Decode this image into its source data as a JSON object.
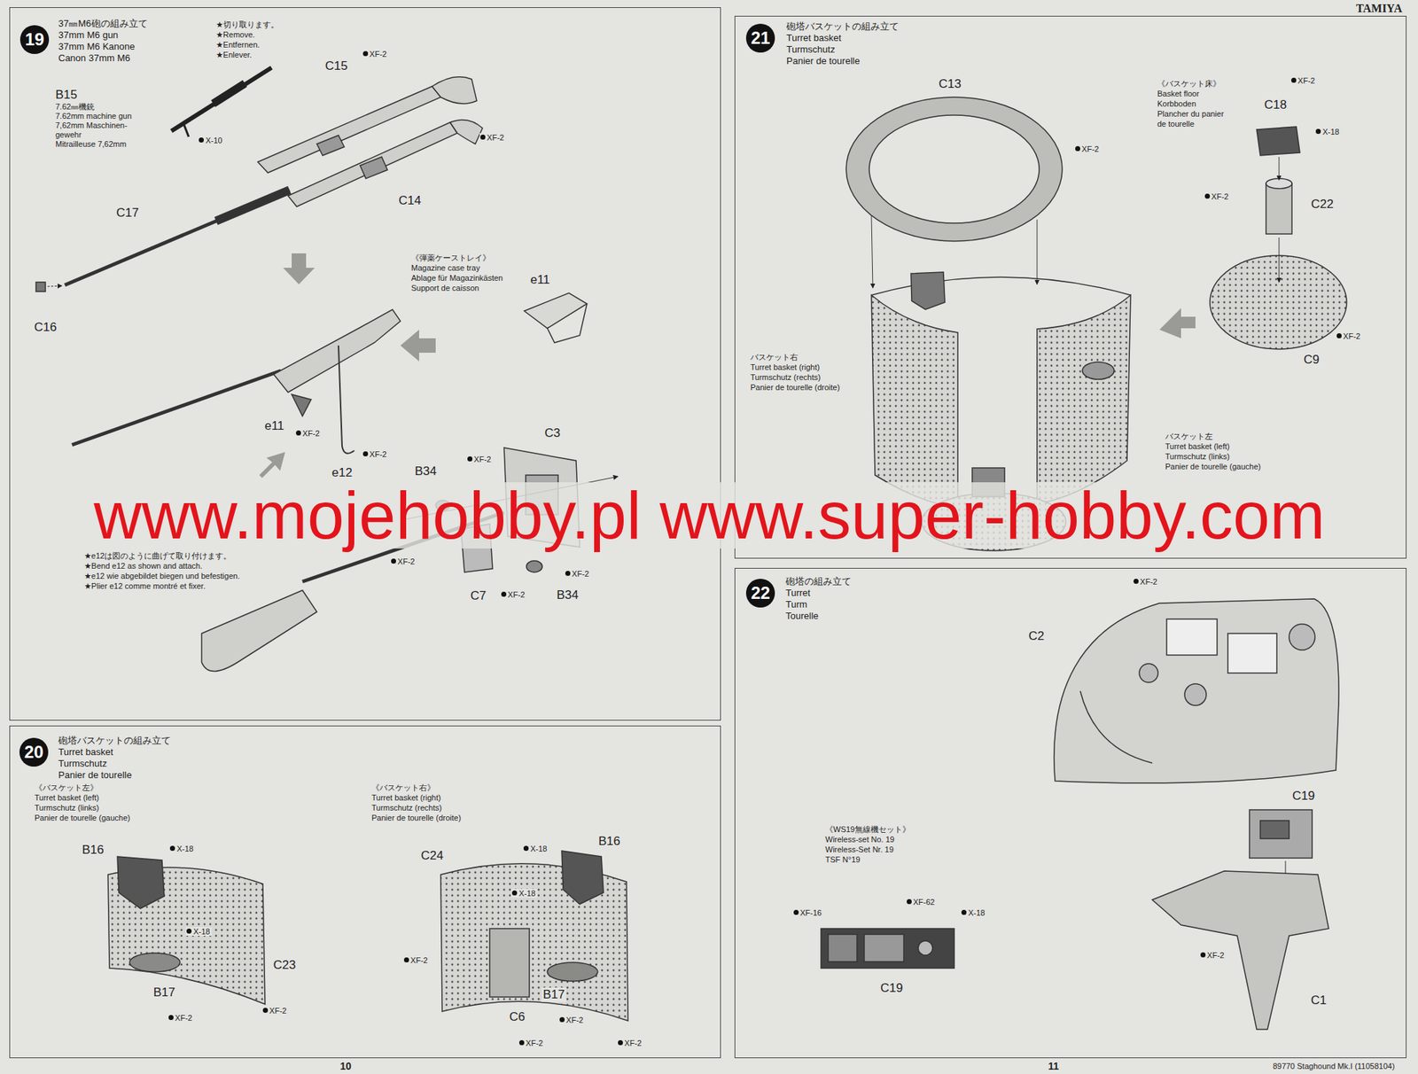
{
  "diagram": {
    "nodes": [
      {
        "text": [
          "37㎜M6砲の組み立て",
          "37mm M6 gun",
          "37mm M6 Kanone",
          "Canon 37mm M6"
        ]
      },
      {
        "text": [
          "19"
        ],
        "in": 0
      },
      {
        "text": [
          "砲塔バスケットの組み立て",
          "Turret basket",
          "Turmschutz",
          "Panier de tourelle"
        ]
      },
      {
        "text": [
          "20"
        ],
        "in": 2
      },
      {
        "text": [
          "砲塔バスケットの組み立て",
          "Turret basket",
          "Turmschutz",
          "Panier de tourelle"
        ]
      },
      {
        "text": [
          "21"
        ],
        "in": 4
      },
      {
        "text": [
          "砲塔の組み立て",
          "Turret",
          "Turm",
          "Tourelle"
        ]
      },
      {
        "text": [
          "22"
        ],
        "in": 6
      }
    ],
    "labels": [
      "TAMIYA",
      "★切り取ります。",
      "★Remove.",
      "★Entfernen.",
      "★Enlever.",
      "XF-2",
      "C15",
      "B15",
      "7.62㎜機銃",
      "7.62mm machine gun",
      "7,62mm Maschinen-",
      "gewehr",
      "Mitrailleuse 7,62mm",
      "X-10",
      "XF-2",
      "C17",
      "C14",
      "C16",
      "《弾薬ケーストレイ》",
      "Magazine case tray",
      "Ablage für Magazinkästen",
      "Support de caisson",
      "e11",
      "e11",
      "XF-2",
      "XF-2",
      "e12",
      "C3",
      "B34",
      "XF-2",
      "XF-2",
      "★e12は図のように曲げて取り付けます。",
      "★Bend e12 as shown and attach.",
      "★e12 wie abgebildet biegen und befestigen.",
      "★Plier e12 comme montré et fixer.",
      "C7",
      "XF-2",
      "B34",
      "XF-2",
      "《バスケット左》",
      "Turret basket (left)",
      "Turmschutz (links)",
      "Panier de tourelle (gauche)",
      "《バスケット右》",
      "Turret basket (right)",
      "Turmschutz (rechts)",
      "Panier de tourelle (droite)",
      "B16",
      "X-18",
      "X-18",
      "C23",
      "B17",
      "XF-2",
      "XF-2",
      "C24",
      "X-18",
      "B16",
      "X-18",
      "XF-2",
      "B17",
      "XF-2",
      "C6",
      "XF-2",
      "XF-2",
      "C13",
      "XF-2",
      "《バスケット床》",
      "Basket floor",
      "Korbboden",
      "Plancher du panier",
      "de tourelle",
      "XF-2",
      "C18",
      "X-18",
      "XF-2",
      "C22",
      "XF-2",
      "C9",
      "バスケット右",
      "Turret basket (right)",
      "Turmschutz (rechts)",
      "Panier de tourelle (droite)",
      "バスケット左",
      "Turret basket (left)",
      "Turmschutz (links)",
      "Panier de tourelle (gauche)",
      "XF-2",
      "C2",
      "C19",
      "《WS19無線機セット》",
      "Wireless-set No. 19",
      "Wireless-Set Nr. 19",
      "TSF N°19",
      "XF-16",
      "XF-62",
      "X-18",
      "C19",
      "XF-2",
      "C1",
      "www.mojehobby.pl www.super-hobby.com",
      "10",
      "11",
      "89770 Staghound Mk.I (11058104)"
    ]
  }
}
